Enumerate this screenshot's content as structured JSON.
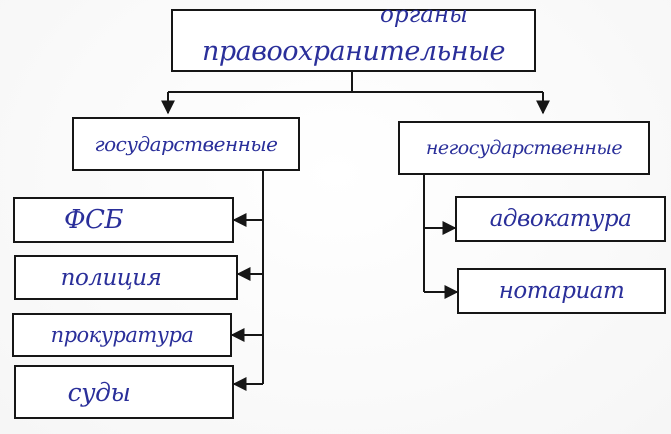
{
  "root": {
    "insert_word": "органы",
    "label": "правоохранительные"
  },
  "branches": [
    {
      "label": "государственные",
      "children": [
        "ФСБ",
        "полиция",
        "прокуратура",
        "суды"
      ]
    },
    {
      "label": "негосударственные",
      "children": [
        "адвокатура",
        "нотариат"
      ]
    }
  ],
  "colors": {
    "ink": "#2a2f9a",
    "frame": "#161616",
    "paper": "#fbfbfb"
  }
}
